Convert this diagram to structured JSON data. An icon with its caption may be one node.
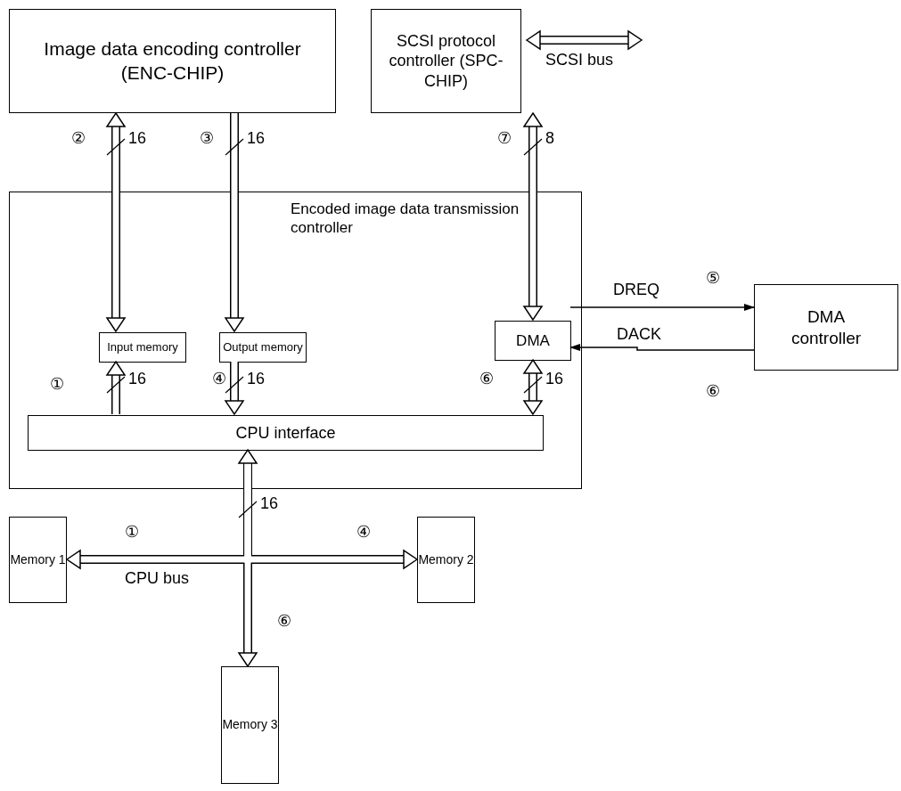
{
  "diagram": {
    "nodes": [
      {
        "text": [
          "Image data encoding controller (ENC-CHIP)"
        ]
      },
      {
        "text": [
          "SCSI protocol controller (SPC-CHIP)"
        ]
      },
      {
        "text": [
          "Encoded image data transmission controller"
        ]
      },
      {
        "text": [
          "Input memory"
        ],
        "in": 2
      },
      {
        "text": [
          "Output memory"
        ],
        "in": 2
      },
      {
        "text": [
          "DMA"
        ],
        "in": 2
      },
      {
        "text": [
          "CPU interface"
        ],
        "in": 2
      },
      {
        "text": [
          "DMA controller"
        ]
      },
      {
        "text": [
          "Memory 1"
        ]
      },
      {
        "text": [
          "Memory 2"
        ]
      },
      {
        "text": [
          "Memory 3"
        ]
      }
    ],
    "edges": [
      {
        "from": 0,
        "to": 3,
        "arrow": "both"
      },
      {
        "from": 0,
        "to": 4,
        "arrow": "to"
      },
      {
        "from": 1,
        "to": 5,
        "arrow": "both"
      },
      {
        "from": 6,
        "to": 3,
        "arrow": "to"
      },
      {
        "from": 4,
        "to": 6,
        "arrow": "to"
      },
      {
        "from": 5,
        "to": 6,
        "arrow": "both"
      },
      {
        "from": 5,
        "to": 7,
        "arrow": "to",
        "label": "DREQ"
      },
      {
        "from": 7,
        "to": 5,
        "arrow": "to",
        "label": "DACK"
      },
      {
        "from": 1,
        "to": null,
        "arrow": "both",
        "label": "SCSI bus"
      },
      {
        "from": 6,
        "to": 8,
        "arrow": "both"
      },
      {
        "from": 6,
        "to": 9,
        "arrow": "both"
      },
      {
        "from": 6,
        "to": 10,
        "arrow": "both"
      }
    ],
    "labels": [
      "②",
      "16",
      "③",
      "16",
      "⑦",
      "8",
      "⑤",
      "①",
      "16",
      "④",
      "16",
      "⑥",
      "16",
      "⑥",
      "16",
      "①",
      "④",
      "CPU bus",
      "⑥"
    ]
  }
}
